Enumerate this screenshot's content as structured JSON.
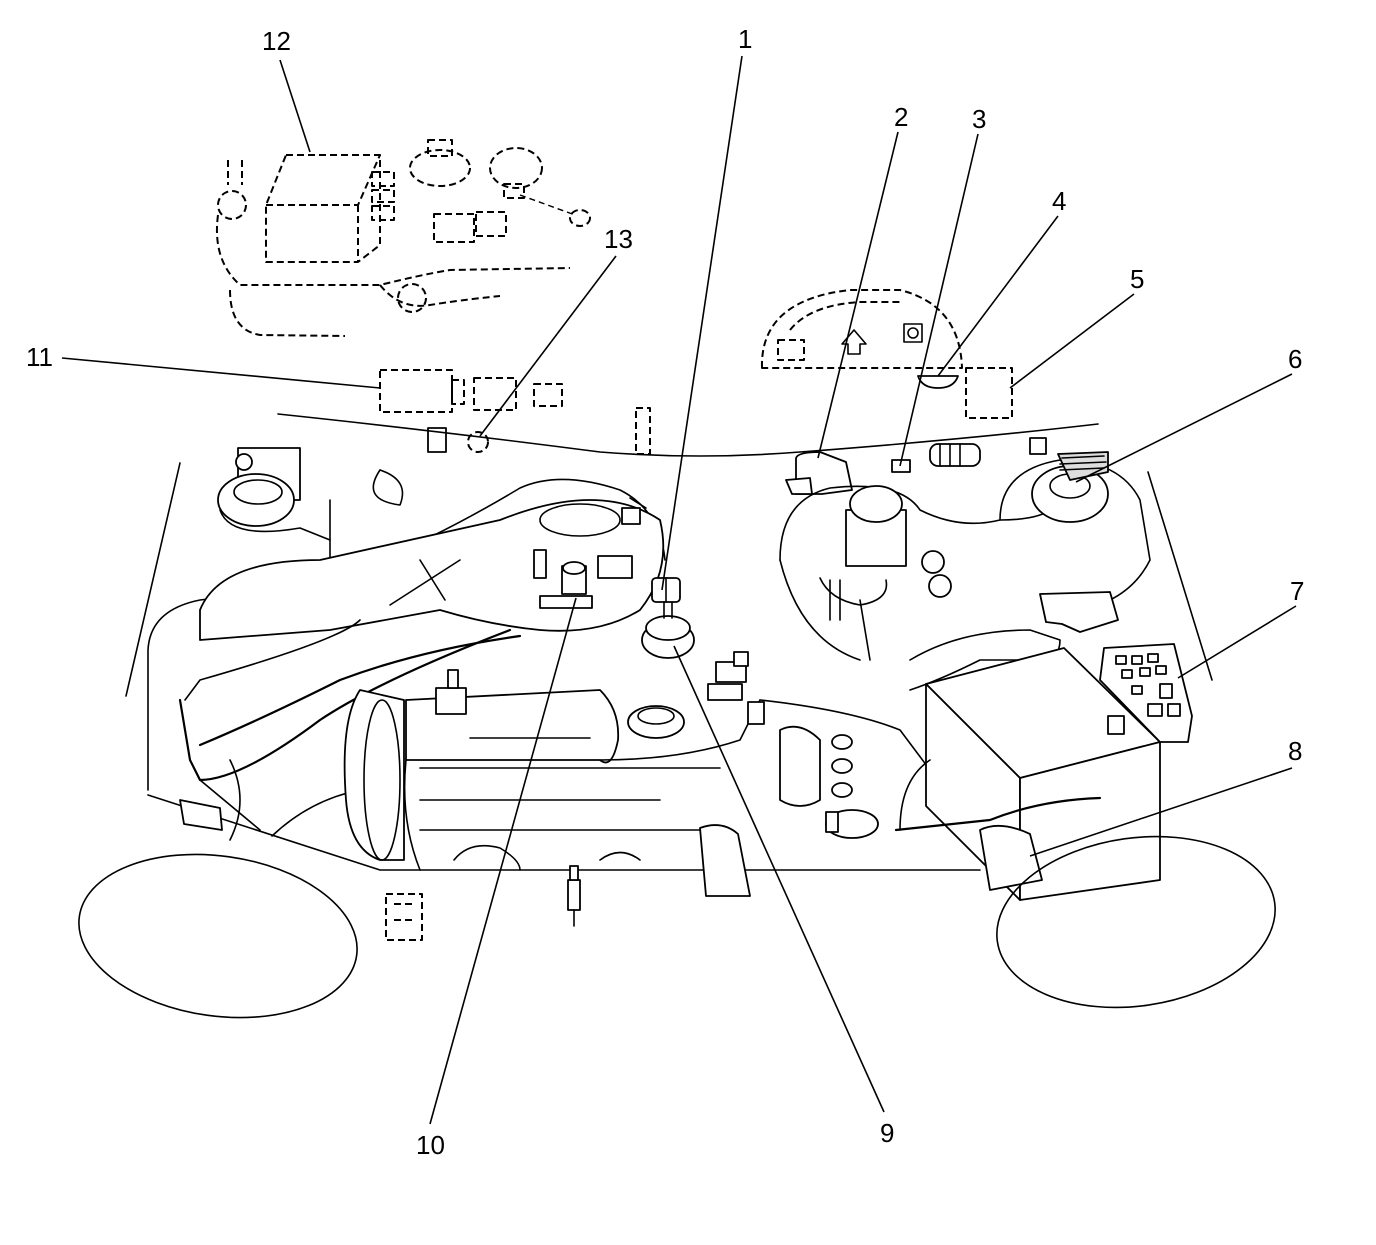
{
  "diagram": {
    "callouts": [
      {
        "id": "callout-1",
        "label": "1"
      },
      {
        "id": "callout-2",
        "label": "2"
      },
      {
        "id": "callout-3",
        "label": "3"
      },
      {
        "id": "callout-4",
        "label": "4"
      },
      {
        "id": "callout-5",
        "label": "5"
      },
      {
        "id": "callout-6",
        "label": "6"
      },
      {
        "id": "callout-7",
        "label": "7"
      },
      {
        "id": "callout-8",
        "label": "8"
      },
      {
        "id": "callout-9",
        "label": "9"
      },
      {
        "id": "callout-10",
        "label": "10"
      },
      {
        "id": "callout-11",
        "label": "11"
      },
      {
        "id": "callout-12",
        "label": "12"
      },
      {
        "id": "callout-13",
        "label": "13"
      }
    ]
  }
}
